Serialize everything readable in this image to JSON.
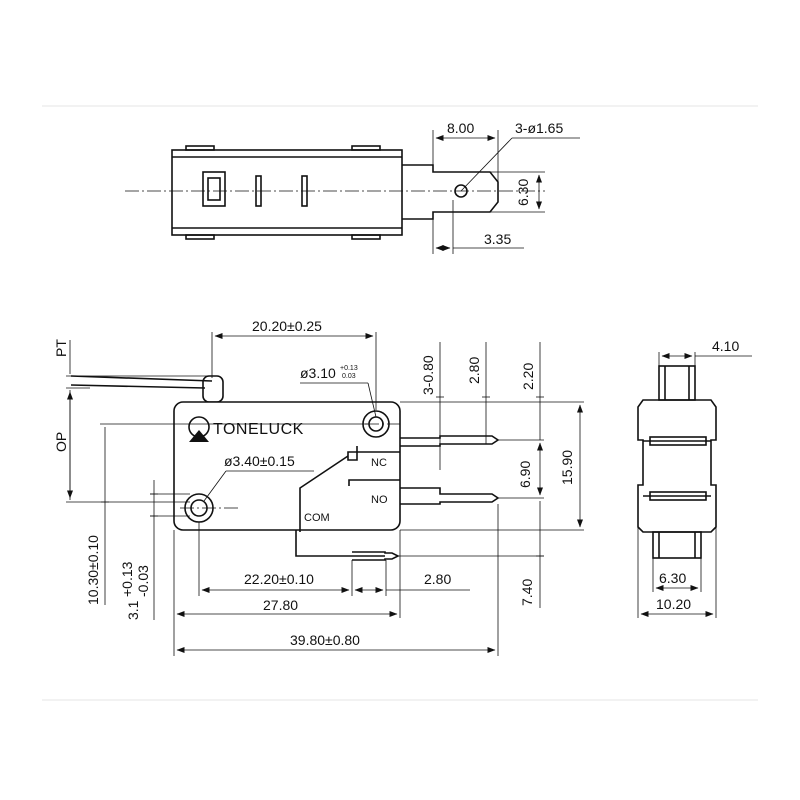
{
  "drawing": {
    "brand": "TONELUCK",
    "terminals": {
      "nc": "NC",
      "no": "NO",
      "com": "COM"
    },
    "labels": {
      "pt": "PT",
      "op": "OP"
    },
    "top_view": {
      "width": "8.00",
      "holes": "3-ø1.65",
      "height": "6.30",
      "tab": "3.35"
    },
    "front_view": {
      "pivot_spacing": "20.20±0.25",
      "upper_hole": "ø3.10",
      "upper_hole_tol_plus": "+0.13",
      "upper_hole_tol_minus": "0.03",
      "lower_hole": "ø3.40±0.15",
      "nc_offset": "3-0.80",
      "nc_pitch": "2.80",
      "top_gap": "2.20",
      "terminal_pitch": "6.90",
      "overall_height": "15.90",
      "com_height": "7.40",
      "hole_spacing": "22.20±0.10",
      "com_pitch": "2.80",
      "body_length": "27.80",
      "overall_length": "39.80±0.80",
      "hole_height": "10.30±0.10",
      "hole_offset_base": "3.1",
      "hole_offset_plus": "+0.13",
      "hole_offset_minus": "-0.03"
    },
    "side_view": {
      "plunger": "4.10",
      "com_width": "6.30",
      "body_width": "10.20"
    }
  }
}
